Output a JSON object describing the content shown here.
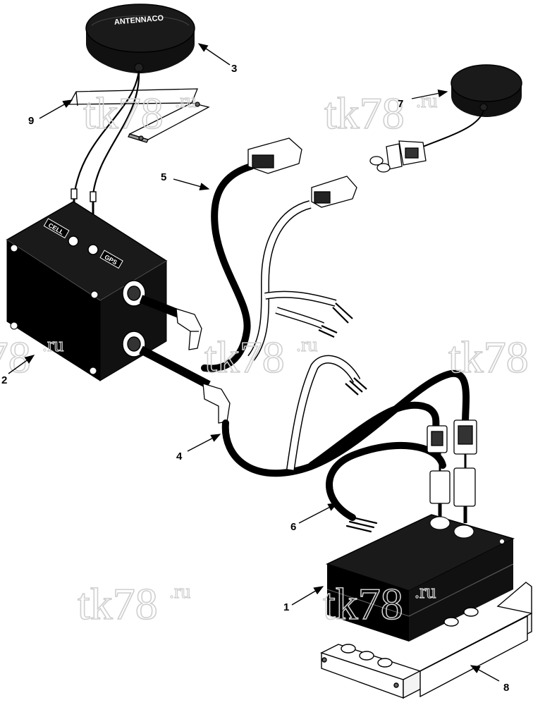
{
  "callouts": {
    "c1": "1",
    "c2": "2",
    "c3": "3",
    "c4": "4",
    "c5": "5",
    "c6": "6",
    "c7": "7",
    "c8": "8",
    "c9": "9"
  },
  "watermark": {
    "main": "tk78",
    "sup": ".ru"
  },
  "antenna_brand": "ANTENNACO",
  "box_labels": {
    "cell": "CELL",
    "gps": "GPS"
  }
}
